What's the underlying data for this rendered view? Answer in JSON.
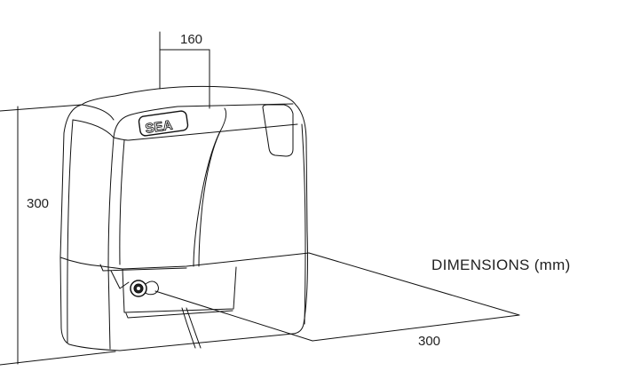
{
  "title": "DIMENSIONS (mm)",
  "dimensions": {
    "width": "160",
    "height": "300",
    "depth": "300"
  },
  "logo": "SEA"
}
